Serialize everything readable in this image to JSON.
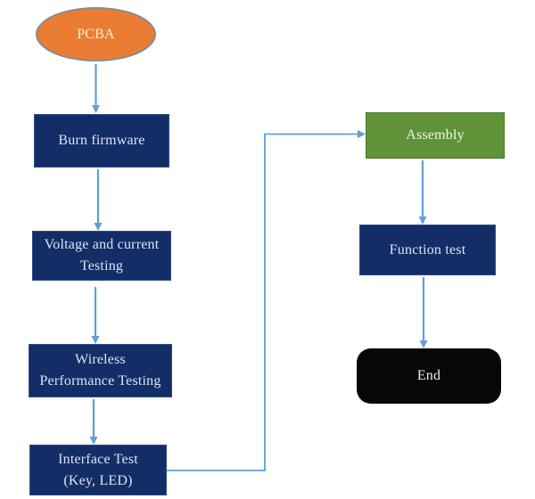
{
  "flowchart": {
    "nodes": {
      "pcba": {
        "label": "PCBA",
        "shape": "ellipse",
        "fill": "#EA7D33"
      },
      "burn_firmware": {
        "label": "Burn firmware",
        "shape": "rectangle",
        "fill": "#132E66"
      },
      "voltage_current": {
        "label": "Voltage and current\nTesting",
        "shape": "rectangle",
        "fill": "#132E66"
      },
      "wireless": {
        "label": "Wireless\nPerformance Testing",
        "shape": "rectangle",
        "fill": "#132E66"
      },
      "interface_test": {
        "label": "Interface Test\n(Key, LED)",
        "shape": "rectangle",
        "fill": "#132E66"
      },
      "assembly": {
        "label": "Assembly",
        "shape": "rectangle",
        "fill": "#60923A"
      },
      "function_test": {
        "label": "Function test",
        "shape": "rectangle",
        "fill": "#132E66"
      },
      "end": {
        "label": "End",
        "shape": "terminator",
        "fill": "#070707"
      }
    },
    "edges": [
      {
        "from": "pcba",
        "to": "burn_firmware"
      },
      {
        "from": "burn_firmware",
        "to": "voltage_current"
      },
      {
        "from": "voltage_current",
        "to": "wireless"
      },
      {
        "from": "wireless",
        "to": "interface_test"
      },
      {
        "from": "interface_test",
        "to": "assembly"
      },
      {
        "from": "assembly",
        "to": "function_test"
      },
      {
        "from": "function_test",
        "to": "end"
      }
    ],
    "colors": {
      "arrow": "#619FD6",
      "navy": "#132E66",
      "navy-border": "#2E4B85",
      "navy-text": "#D9E4F3",
      "green": "#60923A",
      "green-border": "#4D7A2C",
      "green-text": "#EFF5E4",
      "orange": "#EA7D33",
      "orange-border": "#828A94",
      "orange-text": "#FBF0D9",
      "black": "#070707",
      "black-text": "#F0EEE9",
      "background": "#FFFFFF"
    }
  }
}
